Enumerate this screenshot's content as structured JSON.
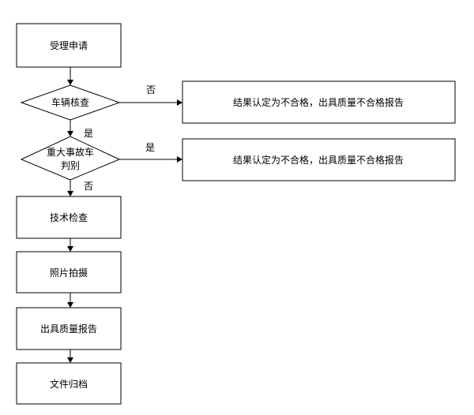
{
  "nodes": {
    "accept": "受理申请",
    "vehicle_check": "车辆核查",
    "accident_line1": "重大事故车",
    "accident_line2": "判别",
    "tech_check": "技术检查",
    "photo": "照片拍摄",
    "quality_report": "出具质量报告",
    "archive": "文件归档",
    "result_fail_1": "结果认定为不合格，出具质量不合格报告",
    "result_fail_2": "结果认定为不合格，出具质量不合格报告"
  },
  "edge_labels": {
    "vehicle_check_no": "否",
    "vehicle_check_yes": "是",
    "accident_yes": "是",
    "accident_no": "否"
  }
}
